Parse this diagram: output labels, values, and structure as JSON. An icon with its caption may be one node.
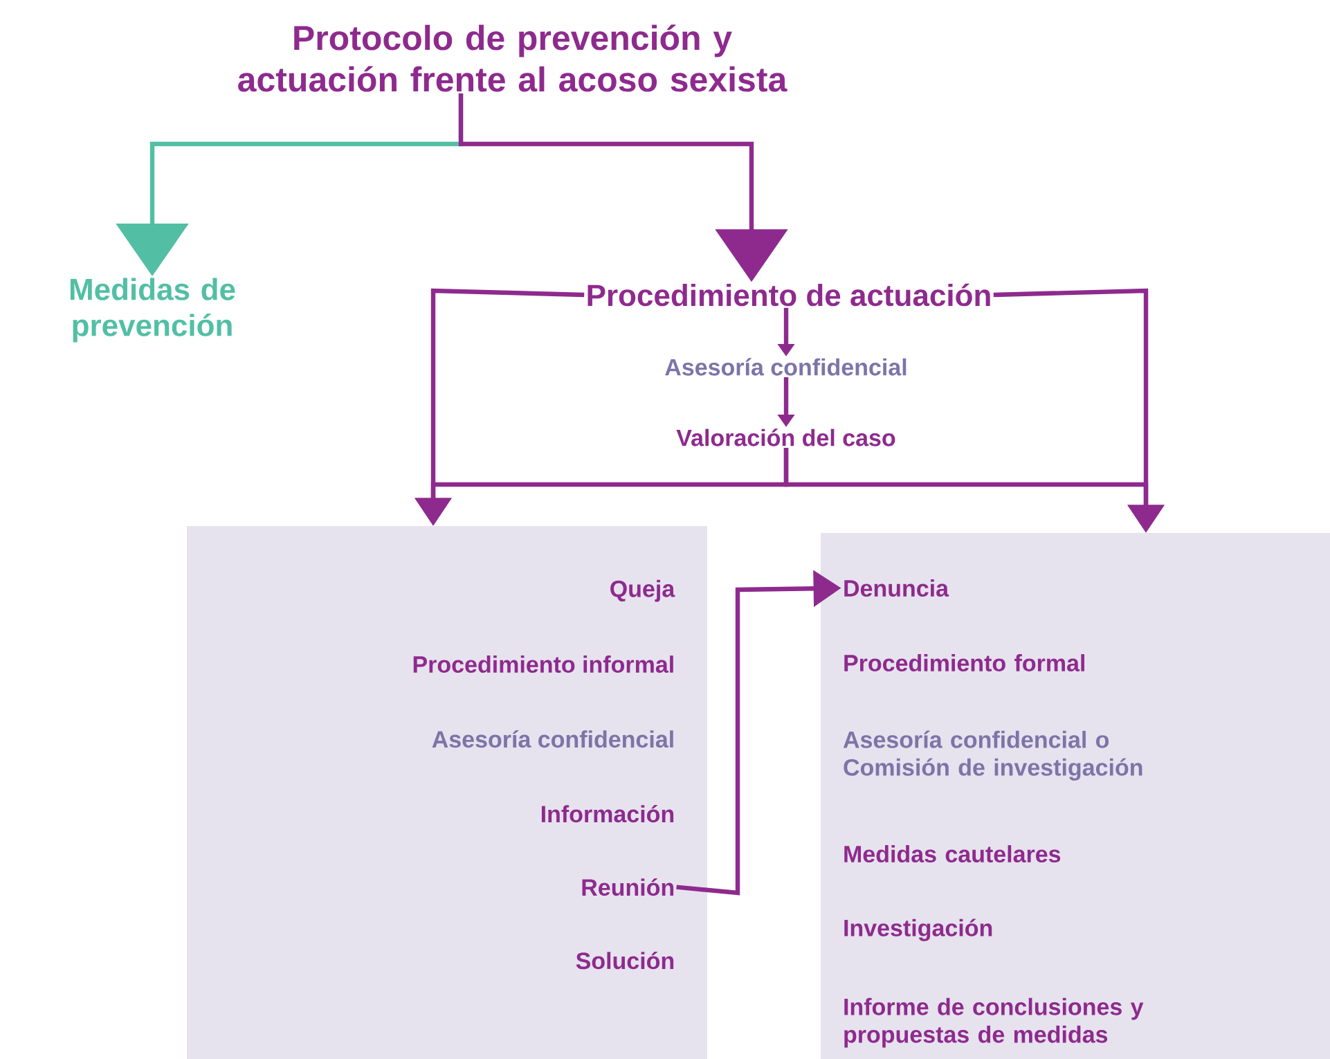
{
  "diagram": {
    "nodes": [
      {
        "text": [
          "Protocolo de prevención y actuación frente al acoso sexista"
        ]
      },
      {
        "text": [
          "Medidas de prevención"
        ]
      },
      {
        "text": [
          "Procedimiento de actuación"
        ]
      },
      {
        "text": [
          "Asesoría confidencial"
        ]
      },
      {
        "text": [
          "Valoración del caso"
        ]
      },
      {
        "text": [],
        "shape": "box"
      },
      {
        "text": [
          "Queja"
        ],
        "in": 5
      },
      {
        "text": [
          "Procedimiento informal"
        ],
        "in": 5
      },
      {
        "text": [
          "Asesoría confidencial"
        ],
        "in": 5
      },
      {
        "text": [
          "Información"
        ],
        "in": 5
      },
      {
        "text": [
          "Reunión"
        ],
        "in": 5
      },
      {
        "text": [
          "Solución"
        ],
        "in": 5
      },
      {
        "text": [],
        "shape": "box"
      },
      {
        "text": [
          "Denuncia"
        ],
        "in": 12
      },
      {
        "text": [
          "Procedimiento formal"
        ],
        "in": 12
      },
      {
        "text": [
          "Asesoría confidencial o Comisión de investigación"
        ],
        "in": 12
      },
      {
        "text": [
          "Medidas cautelares"
        ],
        "in": 12
      },
      {
        "text": [
          "Investigación"
        ],
        "in": 12
      },
      {
        "text": [
          "Informe de conclusiones y propuestas de medidas"
        ],
        "in": 12
      }
    ],
    "edges": [
      {
        "from": 0,
        "to": 1,
        "arrow": "to",
        "color": "#52bfa5"
      },
      {
        "from": 0,
        "to": 2,
        "arrow": "to"
      },
      {
        "from": 2,
        "to": 3,
        "arrow": "to"
      },
      {
        "from": 3,
        "to": 4,
        "arrow": "to"
      },
      {
        "from": 2,
        "to": 5,
        "arrow": "to"
      },
      {
        "from": 2,
        "to": 12,
        "arrow": "to"
      },
      {
        "from": 4,
        "to": 5,
        "arrow": "to"
      },
      {
        "from": 4,
        "to": 12,
        "arrow": "to"
      },
      {
        "from": 10,
        "to": 13,
        "arrow": "to"
      }
    ]
  }
}
